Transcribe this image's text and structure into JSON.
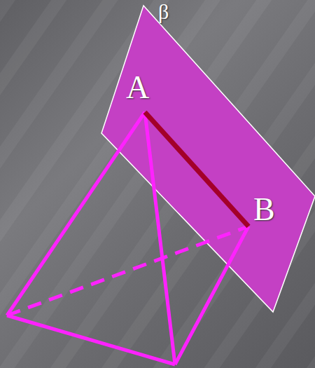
{
  "diagram": {
    "labels": [
      "β",
      "A",
      "B"
    ]
  }
}
